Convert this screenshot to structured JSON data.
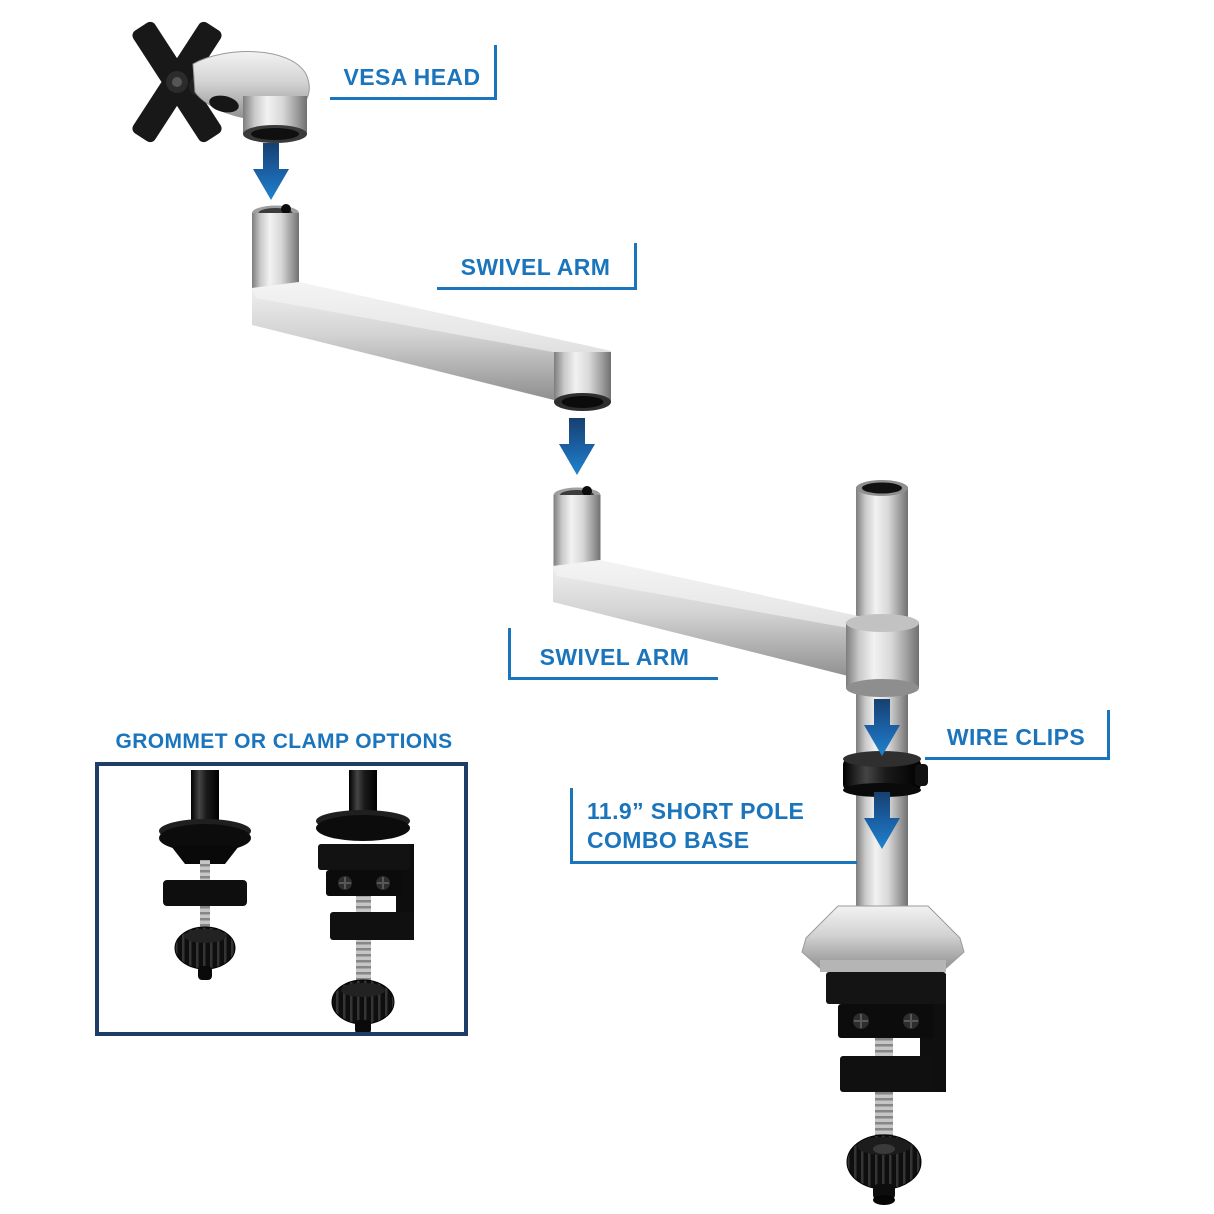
{
  "labels": {
    "vesa_head": "VESA HEAD",
    "swivel_arm_top": "SWIVEL ARM",
    "swivel_arm_bottom": "SWIVEL ARM",
    "options_title": "GROMMET OR CLAMP OPTIONS",
    "wire_clips": "WIRE CLIPS",
    "pole_base_line1": "11.9” SHORT POLE",
    "pole_base_line2": "COMBO BASE"
  },
  "colors": {
    "label_blue": "#1b75bc",
    "box_border_navy": "#1e3e68",
    "arrow_gradient_top": "#16406f",
    "arrow_gradient_bottom": "#1f83cc",
    "metal_silver": "#d8d8d8",
    "part_black": "#111111",
    "background": "#ffffff"
  }
}
